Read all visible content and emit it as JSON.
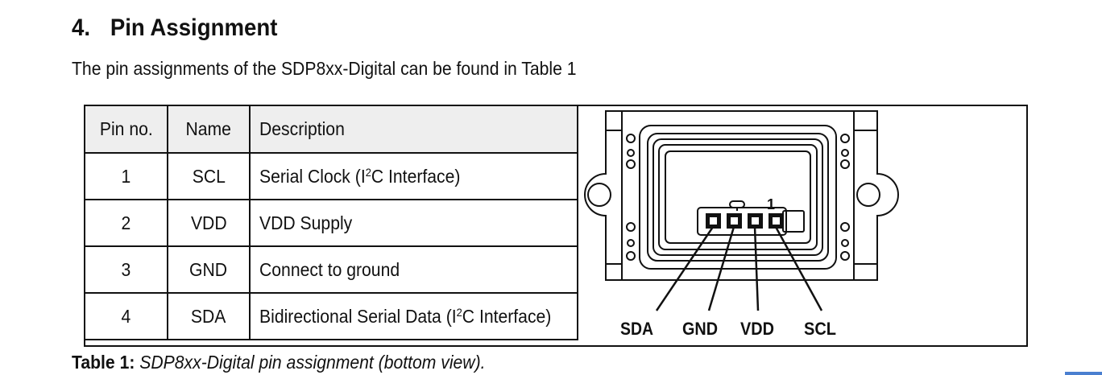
{
  "section": {
    "number": "4.",
    "title": "Pin Assignment",
    "intro": "The pin assignments of the SDP8xx-Digital can be found in Table 1"
  },
  "table": {
    "headers": [
      "Pin no.",
      "Name",
      "Description"
    ],
    "rows": [
      {
        "pin": "1",
        "name": "SCL",
        "desc_pre": "Serial Clock (I",
        "desc_sup": "2",
        "desc_post": "C Interface)"
      },
      {
        "pin": "2",
        "name": "VDD",
        "desc_pre": "VDD Supply",
        "desc_sup": "",
        "desc_post": ""
      },
      {
        "pin": "3",
        "name": "GND",
        "desc_pre": "Connect to ground",
        "desc_sup": "",
        "desc_post": ""
      },
      {
        "pin": "4",
        "name": "SDA",
        "desc_pre": "Bidirectional Serial Data (I",
        "desc_sup": "2",
        "desc_post": "C Interface)"
      }
    ]
  },
  "diagram": {
    "pin1_marker": "1",
    "pin_labels": [
      "SDA",
      "GND",
      "VDD",
      "SCL"
    ]
  },
  "caption": {
    "label": "Table 1:",
    "text": "SDP8xx-Digital pin assignment (bottom view)."
  }
}
